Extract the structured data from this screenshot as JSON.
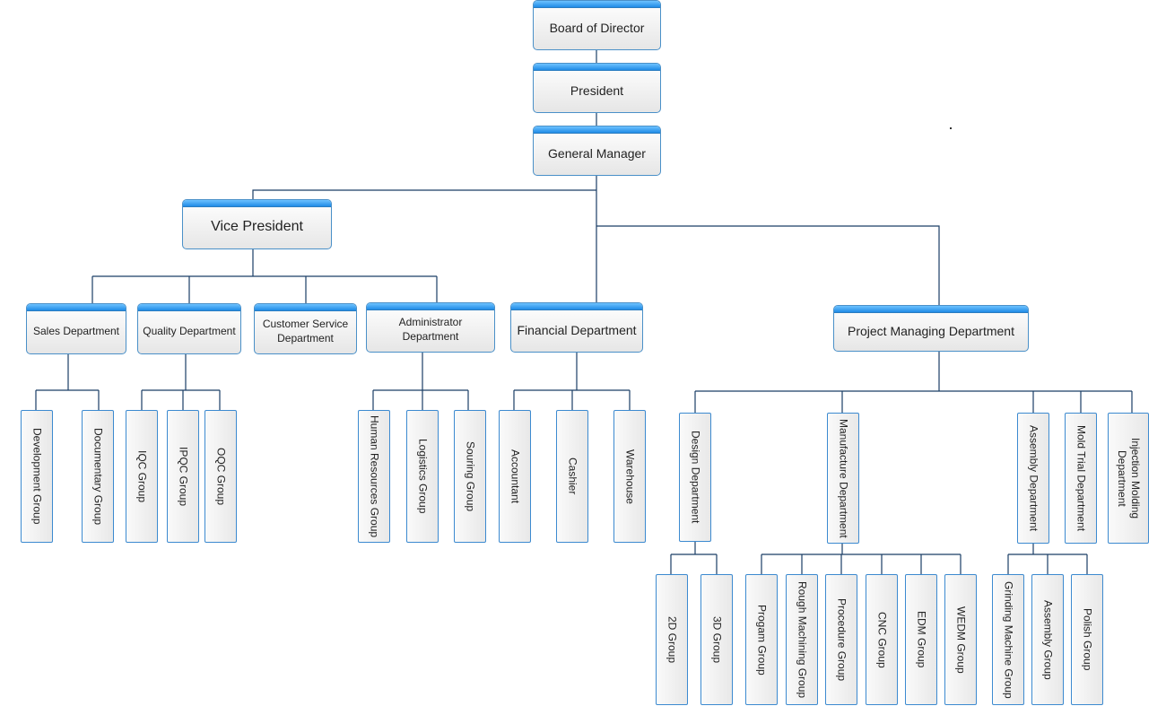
{
  "nodes": {
    "board": "Board of Director",
    "president": "President",
    "gm": "General Manager",
    "vp": "Vice President",
    "sales": "Sales Department",
    "quality": "Quality Department",
    "customer": "Customer Service\nDepartment",
    "admin": "Administrator Department",
    "financial": "Financial Department",
    "project": "Project Managing Department",
    "development": "Development Group",
    "documentary": "Documentary Group",
    "iqc": "IQC Group",
    "ipqc": "IPQC Group",
    "oqc": "OQC Group",
    "hr": "Human Resources Group",
    "logistics": "Logistics Group",
    "souring": "Souring Group",
    "accountant": "Accountant",
    "cashier": "Cashier",
    "warehouse": "Warehouse",
    "design": "Design Department",
    "manufacture": "Manufacture Department",
    "assemblydept": "Assembly Department",
    "moldtrial": "Mold Trial Department",
    "injection": "Injection Molding\nDepartment",
    "g2d": "2D Group",
    "g3d": "3D Group",
    "progam": "Progam Group",
    "rough": "Rough Machining Group",
    "procedure": "Procedure Group",
    "cnc": "CNC Group",
    "edm": "EDM Group",
    "wedm": "WEDM Group",
    "grinding": "Grinding Machine  Group",
    "assemblygroup": "Assembly Group",
    "polish": "Polish Group"
  }
}
